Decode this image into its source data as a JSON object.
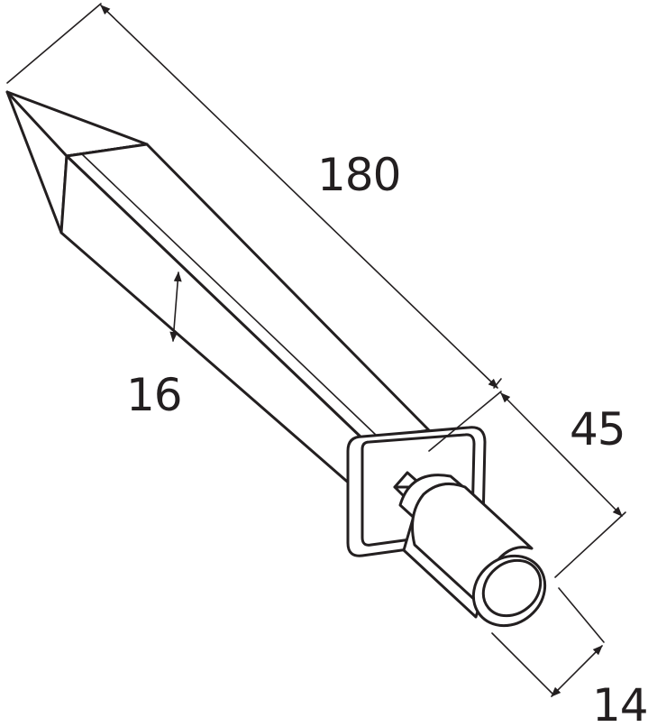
{
  "diagram": {
    "dimensions": {
      "overall_length": "180",
      "blade_width": "16",
      "shank_length": "45",
      "shank_diameter": "14"
    }
  }
}
